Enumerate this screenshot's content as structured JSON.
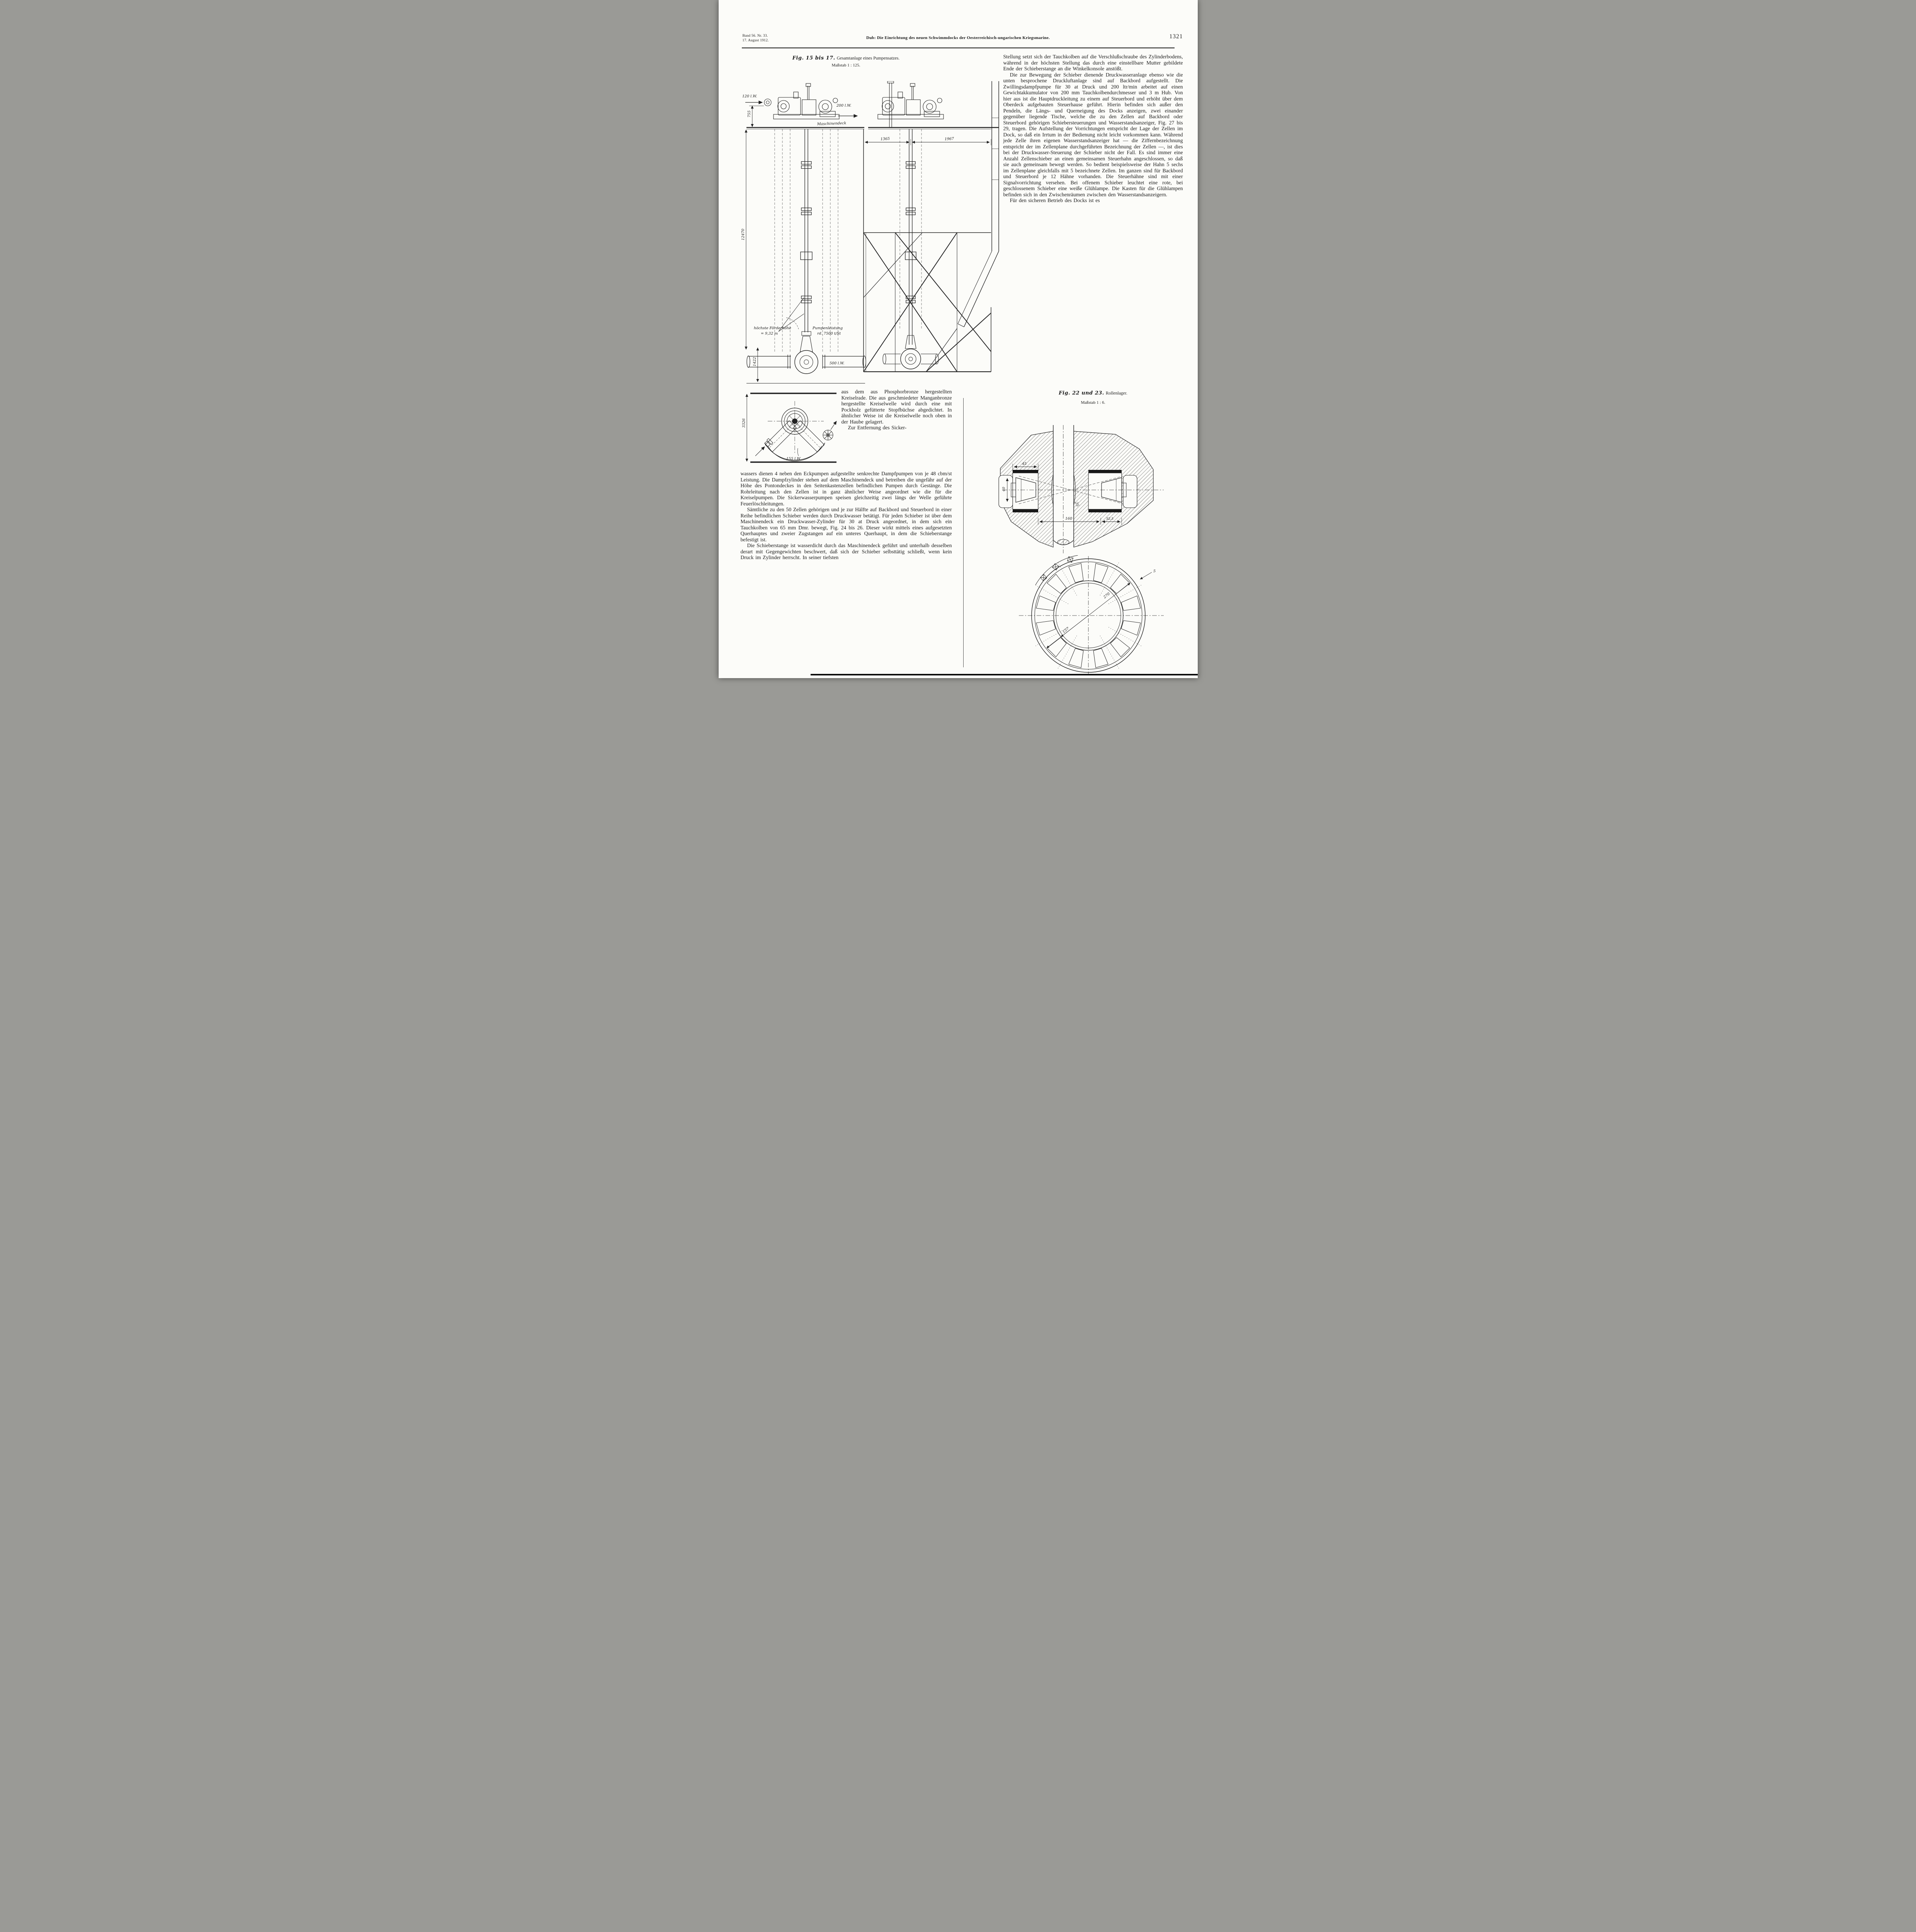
{
  "header": {
    "edition": "Band 56.  Nr. 33.",
    "date": "17. August 1912.",
    "title": "Dub: Die Einrichtung des neuen Schwimmdocks der Oesterreichisch-ungarischen Kriegsmarine.",
    "page_number": "1321"
  },
  "fig_pumps": {
    "caption_label": "Fig. 15 bis 17.",
    "caption_title": "Gesamtanlage eines Pumpensatzes.",
    "caption_scale": "Maßstab 1 : 125.",
    "labels": {
      "inlet_pipe": "120 l.W.",
      "exhaust_pipe": "200 l.W.",
      "deck": "Maschinendeck",
      "dim_engine_height": "755",
      "dim_left_span": "1365",
      "dim_right_span": "1967",
      "dim_shaft_length": "12470",
      "dim_pump_height": "1422",
      "delivery_head_line1": "höchste Förderhöhe",
      "delivery_head_line2": "= 9,32 m",
      "capacity_line1": "Pumpenleistung",
      "capacity_line2": "rd. 7500 t/St",
      "discharge_pipe": "500 l.W."
    }
  },
  "fig_plan": {
    "labels": {
      "dim_width": "3326",
      "suction_pipe": "155 l.W."
    }
  },
  "fig_bearing": {
    "caption_label": "Fig. 22 und 23.",
    "caption_title": "Rollenlager.",
    "caption_scale": "Maßstab 1 : 6.",
    "labels": {
      "dim_roller_length": "45",
      "dim_roller_dia": "40",
      "dim_cone": "25",
      "dim_pitch": "160",
      "dim_offset": "52,5",
      "dim_ring_gap": "5",
      "dim_inner_dia": "157",
      "dim_outer_dia": "270"
    }
  },
  "right_column": {
    "paragraphs": [
      "Stellung setzt sich der Tauchkolben auf die Verschlußschraube des Zylinderbodens, während in der höchsten Stellung das durch eine einstellbare Mutter gebildete Ende der Schieberstange an die Winkelkonsole anstößt.",
      "Die zur Bewegung der Schieber dienende Druckwasseranlage ebenso wie die unten besprochene Druckluftanlage sind auf Backbord aufgestellt. Die Zwillingsdampfpumpe für 30 at Druck und 200 ltr/min arbeitet auf einen Gewichtakkumulator von 200 mm Tauchkolbendurchmesser und 3 m Hub. Von hier aus ist die Hauptdruckleitung zu einem auf Steuerbord und erhöht über dem Oberdeck aufgebauten Steuerhause geführt. Hierin befinden sich außer den Pendeln, die Längs- und Querneigung des Docks anzeigen, zwei einander gegenüber liegende Tische, welche die zu den Zellen auf Backbord oder Steuerbord gehörigen Schiebersteuerungen und Wasserstandsanzeiger, Fig. 27 bis 29, tragen. Die Aufstellung der Vorrichtungen entspricht der Lage der Zellen im Dock, so daß ein Irrtum in der Bedienung nicht leicht vorkommen kann. Während jede Zelle ihren eigenen Wasserstandsanzeiger hat — die Ziffernbezeichnung entspricht der im Zellenplane durchgeführten Bezeichnung der Zellen —, ist dies bei der Druckwasser-Steuerung der Schieber nicht der Fall. Es sind immer eine Anzahl Zellenschieber an einen gemeinsamen Steuerhahn angeschlossen, so daß sie auch gemeinsam bewegt werden. So bedient beispielsweise der Hahn 5 sechs im Zellenplane gleichfalls mit 5 bezeichnete Zellen. Im ganzen sind für Backbord und Steuerbord je 12 Hähne vorhanden. Die Steuerhähne sind mit einer Signalvorrichtung versehen. Bei offenem Schieber leuchtet eine rote, bei geschlossenem Schieber eine weiße Glühlampe. Die Kasten für die Glühlampen befinden sich in den Zwischenräumen zwischen den Wasserstandsanzeigern.",
      "Für den sicheren Betrieb des Docks ist es"
    ]
  },
  "left_middle": {
    "paragraphs": [
      "aus dem aus Phosphorbronze hergestellten Kreiselrade. Die aus geschmiedeter Manganbronze hergestellte Kreiselwelle wird durch eine mit Pockholz gefütterte Stopfbüchse abgedichtet. In ähnlicher Weise ist die Kreiselwelle noch oben in der Haube gelagert.",
      "Zur Entfernung des Sicker-"
    ]
  },
  "left_bottom": {
    "paragraphs": [
      "wassers dienen 4 neben den Eckpumpen aufgestellte senkrechte Dampfpumpen von je 48 cbm/st Leistung. Die Dampfzylinder stehen auf dem Maschinendeck und betreiben die ungefähr auf der Höhe des Pontondeckes in den Seitenkastenzellen befindlichen Pumpen durch Gestänge. Die Rohrleitung nach den Zellen ist in ganz ähnlicher Weise angeordnet wie die für die Kreiselpumpen. Die Sickerwasserpumpen speisen gleichzeitig zwei längs der Welle geführte Feuerlöschleitungen.",
      "Sämtliche zu den 50 Zellen gehörigen und je zur Hälfte auf Backbord und Steuerbord in einer Reihe befindlichen Schieber werden durch Druckwasser betätigt. Für jeden Schieber ist über dem Maschinendeck ein Druckwasser-Zylinder für 30 at Druck angeordnet, in dem sich ein Tauchkolben von 65 mm Dmr. bewegt, Fig. 24 bis 26. Dieser wirkt mittels eines aufgesetzten Querhauptes und zweier Zugstangen auf ein unteres Querhaupt, in dem die Schieberstange befestigt ist.",
      "Die Schieberstange ist wasserdicht durch das Maschinendeck geführt und unterhalb desselben derart mit Gegengewichten beschwert, daß sich der Schieber selbsttätig schließt, wenn kein Druck im Zylinder herrscht.  In seiner tiefsten"
    ]
  }
}
